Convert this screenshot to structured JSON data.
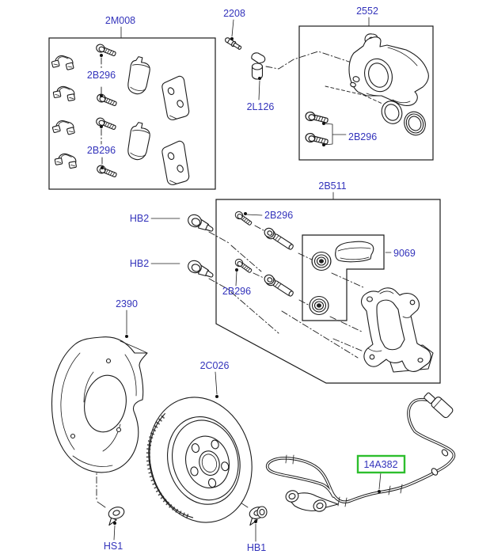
{
  "diagram": {
    "type": "exploded-parts-diagram",
    "subject": "rear brake assembly",
    "colors": {
      "background": "#ffffff",
      "line_art": "#1c1c1c",
      "callout_text": "#3333bb",
      "highlight_border": "#2dbe2d"
    },
    "highlighted_part": "14A382",
    "callouts": {
      "pad_kit": "2M008",
      "pad_bolts_upper": "2B296",
      "pad_bolts_lower": "2B296",
      "bleed_screw": "2208",
      "hose_bracket": "2L126",
      "caliper": "2552",
      "caliper_bolts": "2B296",
      "carrier_kit": "2B511",
      "guide_cap_upper": "HB2",
      "guide_cap_lower": "HB2",
      "guide_bolt_upper": "2B296",
      "guide_bolt_lower": "2B296",
      "grease_sachet": "9069",
      "dust_shield": "2390",
      "brake_disc": "2C026",
      "abs_sensor": "14A382",
      "shield_screw": "HS1",
      "disc_screw": "HB1"
    }
  }
}
